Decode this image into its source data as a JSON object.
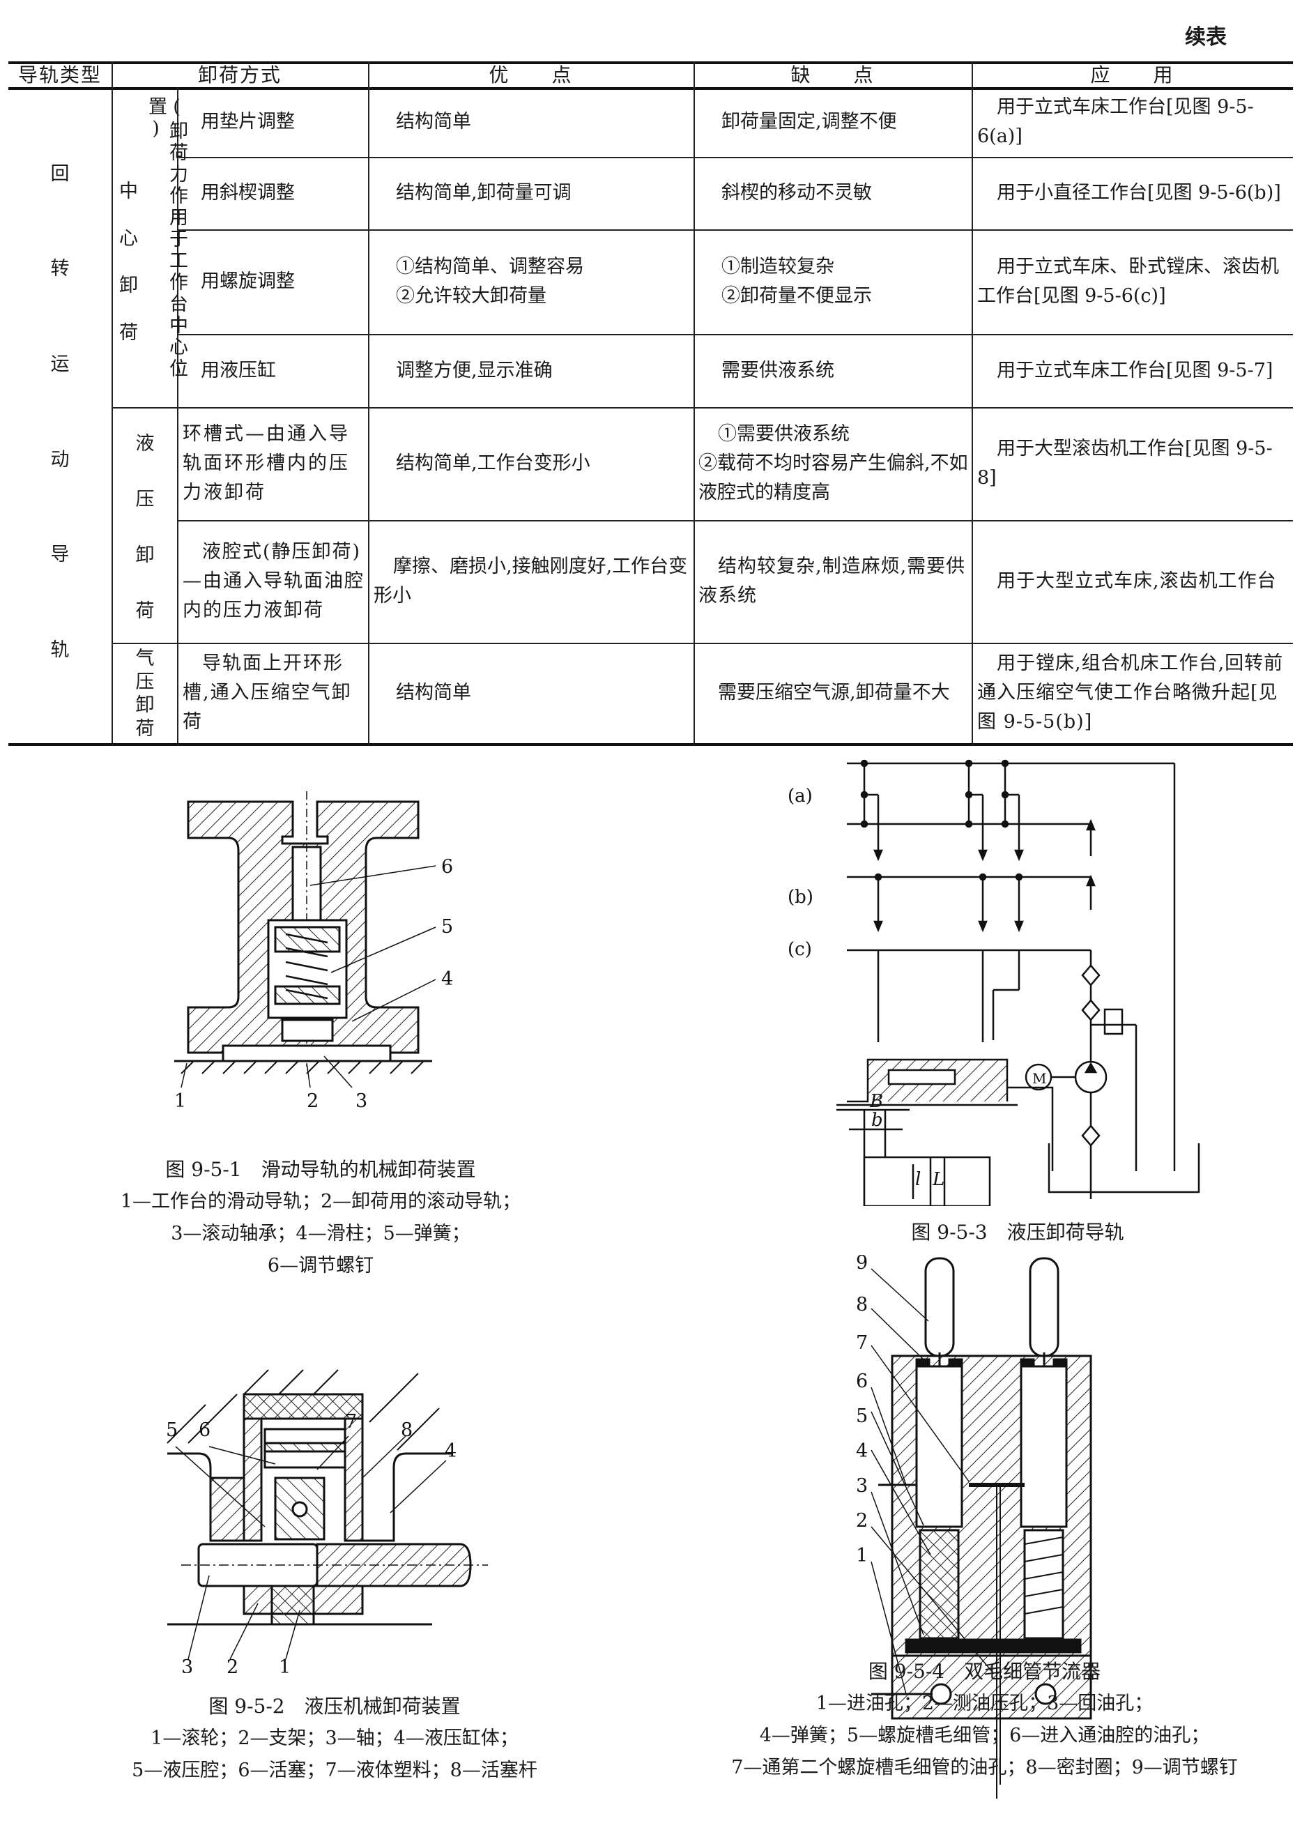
{
  "page": {
    "continued_label": "续表"
  },
  "table": {
    "headers": [
      "导轨类型",
      "卸荷方式",
      "优　　点",
      "缺　　点",
      "应　　用"
    ],
    "guide_type": [
      "回",
      "转",
      "运",
      "动",
      "导",
      "轨"
    ],
    "groups": {
      "center": {
        "label": [
          "中",
          "心",
          "卸",
          "荷"
        ],
        "note": "(卸荷力作用于工作台中心位置)"
      },
      "hydraulic": {
        "label": [
          "液",
          "压",
          "卸",
          "荷"
        ]
      },
      "pneumatic": {
        "label": [
          "气",
          "压",
          "卸",
          "荷"
        ]
      }
    },
    "rows": [
      {
        "method": "用垫片调整",
        "pros": "结构简单",
        "cons": "卸荷量固定,调整不便",
        "use": "用于立式车床工作台[见图 9-5-6(a)]"
      },
      {
        "method": "用斜楔调整",
        "pros": "结构简单,卸荷量可调",
        "cons": "斜楔的移动不灵敏",
        "use": "用于小直径工作台[见图 9-5-6(b)]"
      },
      {
        "method": "用螺旋调整",
        "pros": "①结构简单、调整容易\n②允许较大卸荷量",
        "cons": "①制造较复杂\n②卸荷量不便显示",
        "use": "用于立式车床、卧式镗床、滚齿机工作台[见图 9-5-6(c)]"
      },
      {
        "method": "用液压缸",
        "pros": "调整方便,显示准确",
        "cons": "需要供液系统",
        "use": "用于立式车床工作台[见图 9-5-7]"
      },
      {
        "method": "环槽式—由通入导轨面环形槽内的压力液卸荷",
        "pros": "结构简单,工作台变形小",
        "cons": "①需要供液系统\n②载荷不均时容易产生偏斜,不如液腔式的精度高",
        "use": "用于大型滚齿机工作台[见图 9-5-8]"
      },
      {
        "method": "液腔式(静压卸荷)—由通入导轨面油腔内的压力液卸荷",
        "pros": "摩擦、磨损小,接触刚度好,工作台变形小",
        "cons": "结构较复杂,制造麻烦,需要供液系统",
        "use": "用于大型立式车床,滚齿机工作台"
      },
      {
        "method": "导轨面上开环形槽,通入压缩空气卸荷",
        "pros": "结构简单",
        "cons": "需要压缩空气源,卸荷量不大",
        "use": "用于镗床,组合机床工作台,回转前通入压缩空气使工作台略微升起[见图 9-5-5(b)]"
      }
    ]
  },
  "figures": {
    "fig1": {
      "title": "图 9-5-1　滑动导轨的机械卸荷装置",
      "legend": [
        "1—工作台的滑动导轨；2—卸荷用的滚动导轨；",
        "3—滚动轴承；4—滑柱；5—弹簧；",
        "6—调节螺钉"
      ],
      "callouts": [
        "1",
        "2",
        "3",
        "4",
        "5",
        "6"
      ]
    },
    "fig2": {
      "title": "图 9-5-2　液压机械卸荷装置",
      "legend": [
        "1—滚轮；2—支架；3—轴；4—液压缸体；",
        "5—液压腔；6—活塞；7—液体塑料；8—活塞杆"
      ],
      "callouts": [
        "1",
        "2",
        "3",
        "4",
        "5",
        "6",
        "7",
        "8"
      ]
    },
    "fig3": {
      "title": "图 9-5-3　液压卸荷导轨",
      "variants": [
        "(a)",
        "(b)",
        "(c)"
      ],
      "dims": [
        "B",
        "b",
        "l",
        "L"
      ],
      "motor_label": "M"
    },
    "fig4": {
      "title": "图 9-5-4　双毛细管节流器",
      "legend": [
        "1—进油孔；2—测油压孔；3—回油孔；",
        "4—弹簧；5—螺旋槽毛细管；6—进入通油腔的油孔；",
        "7—通第二个螺旋槽毛细管的油孔；8—密封圈；9—调节螺钉"
      ],
      "callouts": [
        "1",
        "2",
        "3",
        "4",
        "5",
        "6",
        "7",
        "8",
        "9"
      ]
    }
  }
}
